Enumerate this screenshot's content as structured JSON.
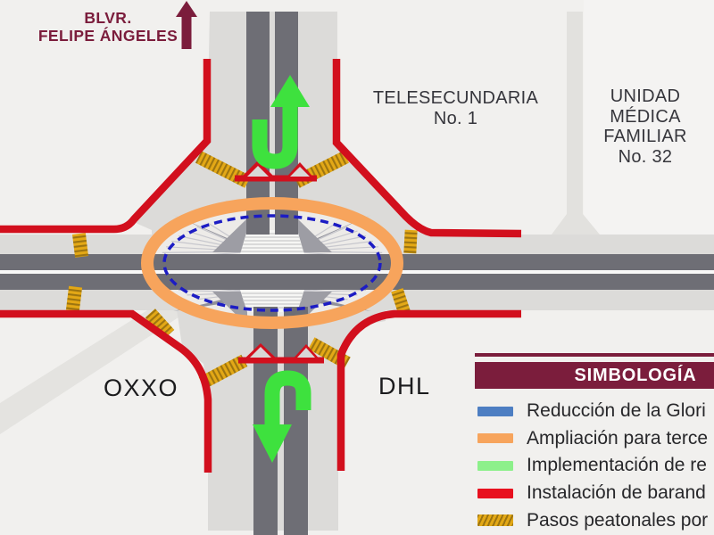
{
  "labels": {
    "boulevard": {
      "line1": "BLVR.",
      "line2": "FELIPE ÁNGELES"
    },
    "telesecundaria": {
      "line1": "TELESECUNDARIA",
      "line2": "No. 1"
    },
    "unidad_medica": {
      "line1": "UNIDAD",
      "line2": "MÉDICA",
      "line3": "FAMILIAR",
      "line4": "No. 32"
    },
    "oxxo": "OXXO",
    "dhl": "DHL"
  },
  "legend": {
    "title": "SIMBOLOGÍA",
    "items": [
      {
        "symbol": "reduction-line-swatch",
        "label": "Reducción de la Glori"
      },
      {
        "symbol": "widening-swatch",
        "label": "Ampliación para terce"
      },
      {
        "symbol": "u-turn-swatch",
        "label": "Implementación de re"
      },
      {
        "symbol": "guardrail-swatch",
        "label": "Instalación de barand"
      },
      {
        "symbol": "crosswalk-swatch",
        "label": "Pasos peatonales por"
      }
    ]
  },
  "colors": {
    "bg": "#f1f0ee",
    "bg_right": "#f4f3f2",
    "strip": "#e2e1de",
    "road": "#dcdbd9",
    "lane": "#6e6e75",
    "sep": "#f8f8f7",
    "diag": "#e4e3e0",
    "interior": "#edebe8",
    "ring_orange": "#f7a45c",
    "blue_dash": "#1c1cc4",
    "legend_blue": "#4d7ec2",
    "red": "#d20f1d",
    "legend_red": "#e8101e",
    "green": "#3ee13e",
    "legend_green": "#8df08b",
    "yellow": "#e3a816",
    "yellow_stripe": "#9c7410",
    "maroon": "#7b1d3c",
    "spoke_gray": "#90909a",
    "pylon_gray": "#9d9da4",
    "fan_gray": "#c7c7cd",
    "stair_white": "#f6f6f4",
    "stair_line": "#c9c9c9",
    "tri_inner": "#d8d8d6",
    "text": "#36363c",
    "black": "#1b1b1d"
  }
}
